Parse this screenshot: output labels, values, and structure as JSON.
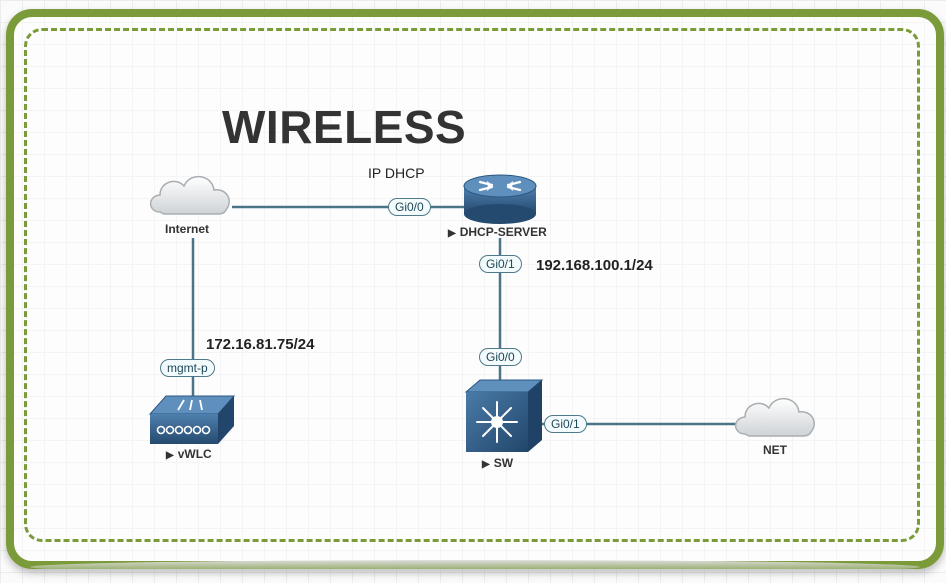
{
  "title": "WIRELESS",
  "colors": {
    "frame": "#7b9b3b",
    "link": "#4a7488",
    "device": "#2e5d86"
  },
  "note": "IP DHCP",
  "nodes": {
    "internet": {
      "label": "Internet",
      "icon": "cloud-icon"
    },
    "dhcp_server": {
      "label": "DHCP-SERVER",
      "icon": "router-icon"
    },
    "vwlc": {
      "label": "vWLC",
      "icon": "wireless-controller-icon"
    },
    "sw": {
      "label": "SW",
      "icon": "layer3-switch-icon"
    },
    "net": {
      "label": "NET",
      "icon": "cloud-icon"
    }
  },
  "ports": {
    "dhcp_gi00": "Gi0/0",
    "dhcp_gi01": "Gi0/1",
    "sw_gi00": "Gi0/0",
    "sw_gi01": "Gi0/1",
    "vwlc_mgmt": "mgmt-p"
  },
  "addresses": {
    "dhcp": "192.168.100.1/24",
    "vwlc": "172.16.81.75/24"
  },
  "links": [
    {
      "from": "Internet",
      "to": "DHCP-SERVER",
      "to_port": "Gi0/0"
    },
    {
      "from": "Internet",
      "to": "vWLC",
      "to_port": "mgmt-p"
    },
    {
      "from": "DHCP-SERVER",
      "from_port": "Gi0/1",
      "to": "SW",
      "to_port": "Gi0/0"
    },
    {
      "from": "SW",
      "from_port": "Gi0/1",
      "to": "NET"
    }
  ]
}
